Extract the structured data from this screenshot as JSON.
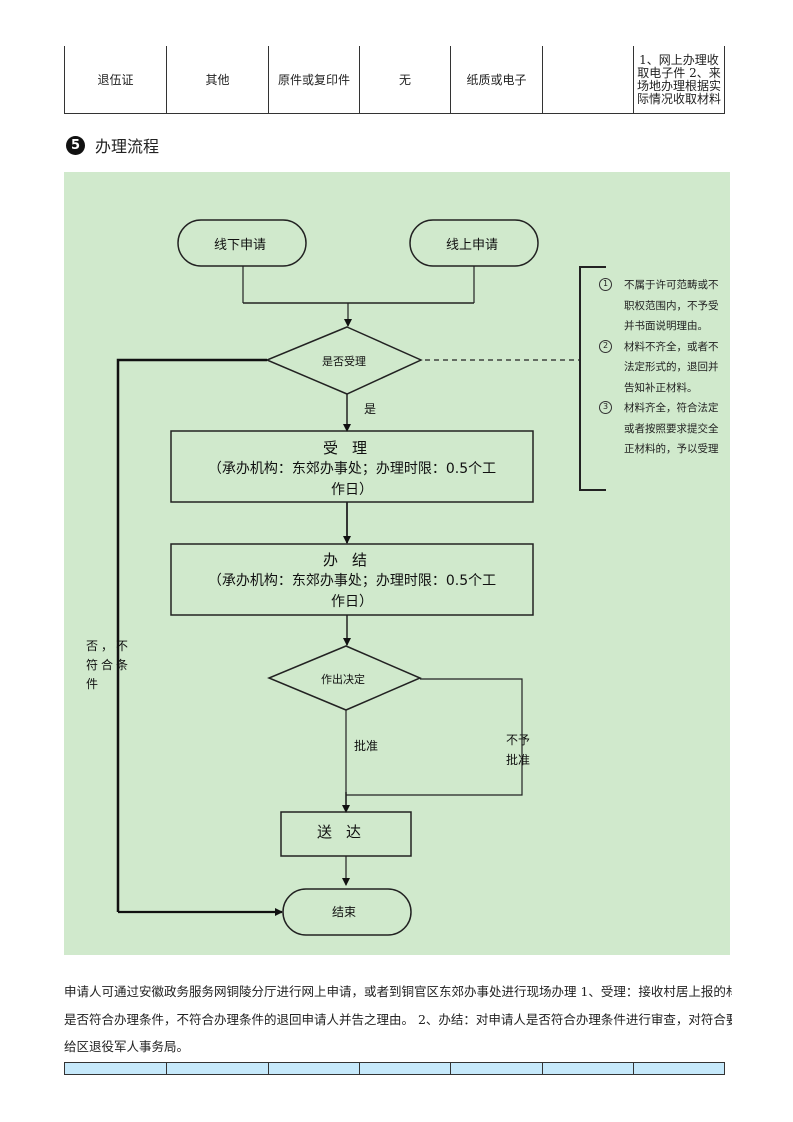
{
  "top_table": {
    "row": [
      "退伍证",
      "其他",
      "原件或复印件",
      "无",
      "纸质或电子",
      "",
      "1、网上办理收取电子件 2、来场地办理根据实际情况收取材料"
    ]
  },
  "section": {
    "number": "5",
    "title": "办理流程"
  },
  "flowchart": {
    "colors": {
      "panel_bg": "#d0e9cc",
      "line": "#111111"
    },
    "start_offline": "线下申请",
    "start_online": "线上申请",
    "decision_accept": "是否受理",
    "label_yes": "是",
    "accept_box": {
      "title": "受理",
      "detail_line1": "（承办机构：东郊办事处；办理时限：0.5个工",
      "detail_line2": "作日）"
    },
    "complete_box": {
      "title": "办结",
      "detail_line1": "（承办机构：东郊办事处；办理时限：0.5个工",
      "detail_line2": "作日）"
    },
    "decision_decide": "作出决定",
    "label_approve": "批准",
    "label_reject_line1": "不予",
    "label_reject_line2": "批准",
    "deliver": "送达",
    "end": "结束",
    "label_no_line1": "否，不",
    "label_no_line2": "符合条",
    "label_no_line3": "件",
    "side_notes": [
      {
        "mark": "1",
        "lines": [
          "不属于许可范畴或不",
          "职权范围内，不予受",
          "并书面说明理由。"
        ]
      },
      {
        "mark": "2",
        "lines": [
          "材料不齐全，或者不",
          "法定形式的，退回并",
          "告知补正材料。"
        ]
      },
      {
        "mark": "3",
        "lines": [
          "材料齐全，符合法定",
          "或者按照要求提交全",
          "正材料的，予以受理"
        ]
      }
    ]
  },
  "description": {
    "lines": [
      "申请人可通过安徽政务服务网铜陵分厅进行网上申请，或者到铜官区东郊办事处进行现场办理 1、受理：接收村居上报的材料，",
      "是否符合办理条件，不符合办理条件的退回申请人并告之理由。 2、办结：对申请人是否符合办理条件进行审查，对符合要求的",
      "给区退役军人事务局。"
    ]
  },
  "bottom_table": {
    "header_color": "#c6e9fb",
    "columns": [
      "",
      "",
      "",
      "",
      "",
      "",
      ""
    ]
  }
}
